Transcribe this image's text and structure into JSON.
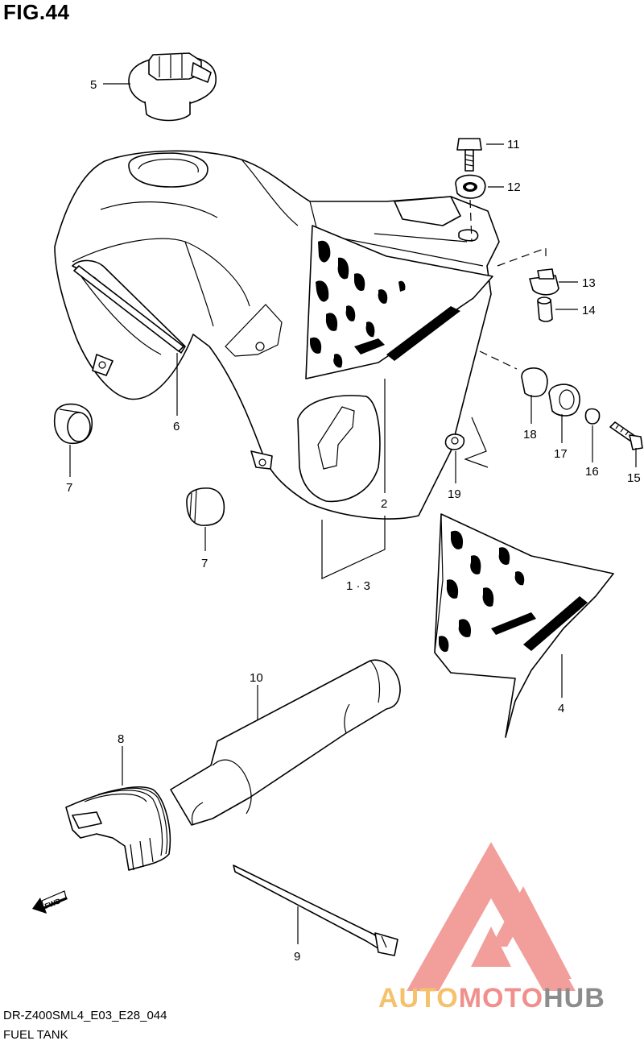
{
  "figure": {
    "title": "FIG.44",
    "model_code": "DR-Z400SML4_E03_E28_044",
    "section_name": "FUEL TANK"
  },
  "callouts": [
    "1 · 3",
    "2",
    "4",
    "5",
    "6",
    "7",
    "7",
    "8",
    "9",
    "10",
    "11",
    "12",
    "13",
    "14",
    "15",
    "16",
    "17",
    "18",
    "19"
  ],
  "fwd_label": "FWD",
  "watermark": {
    "part1": "AUTO",
    "part2": "MOTO",
    "part3": "HUB",
    "colors": {
      "auto": "#f5c26b",
      "moto": "#f08f8b",
      "hub": "#8c8c8c",
      "logo": "#f08f8b"
    }
  }
}
